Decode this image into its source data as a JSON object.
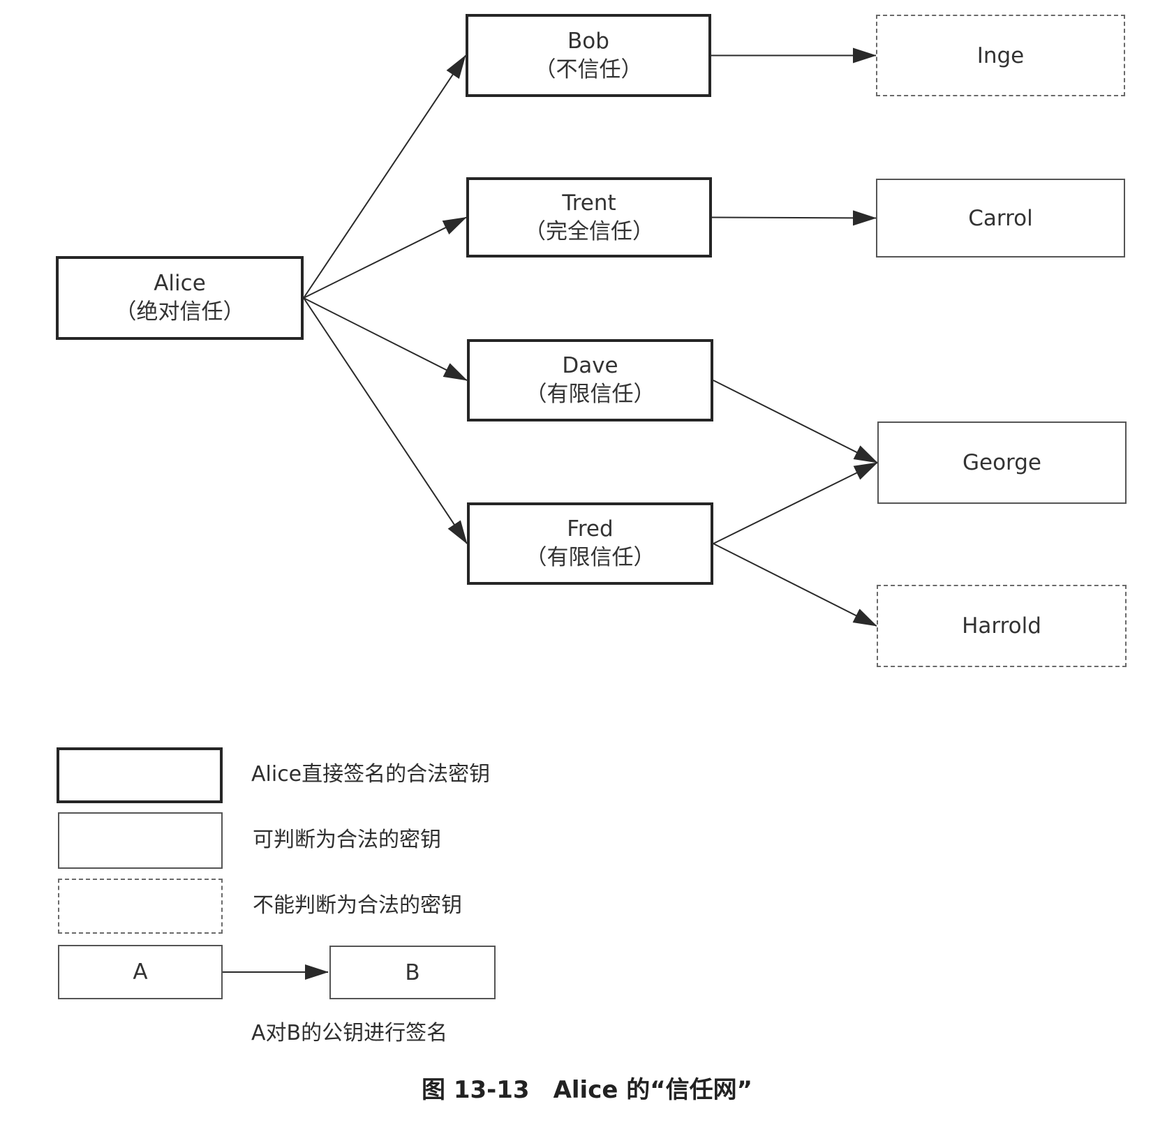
{
  "nodes": {
    "alice": {
      "name": "Alice",
      "trust": "（绝对信任）"
    },
    "bob": {
      "name": "Bob",
      "trust": "（不信任）"
    },
    "trent": {
      "name": "Trent",
      "trust": "（完全信任）"
    },
    "dave": {
      "name": "Dave",
      "trust": "（有限信任）"
    },
    "fred": {
      "name": "Fred",
      "trust": "（有限信任）"
    },
    "inge": {
      "name": "Inge"
    },
    "carrol": {
      "name": "Carrol"
    },
    "george": {
      "name": "George"
    },
    "harrold": {
      "name": "Harrold"
    }
  },
  "edges": [
    {
      "from": "alice",
      "to": "bob"
    },
    {
      "from": "alice",
      "to": "trent"
    },
    {
      "from": "alice",
      "to": "dave"
    },
    {
      "from": "alice",
      "to": "fred"
    },
    {
      "from": "bob",
      "to": "inge"
    },
    {
      "from": "trent",
      "to": "carrol"
    },
    {
      "from": "dave",
      "to": "george"
    },
    {
      "from": "fred",
      "to": "george"
    },
    {
      "from": "fred",
      "to": "harrold"
    }
  ],
  "legend": {
    "direct_label": "Alice直接签名的合法密钥",
    "valid_label": "可判断为合法的密钥",
    "unknown_label": "不能判断为合法的密钥",
    "sample_a": "A",
    "sample_b": "B",
    "sign_label": "A对B的公钥进行签名"
  },
  "caption": "图 13-13　Alice 的“信任网”"
}
